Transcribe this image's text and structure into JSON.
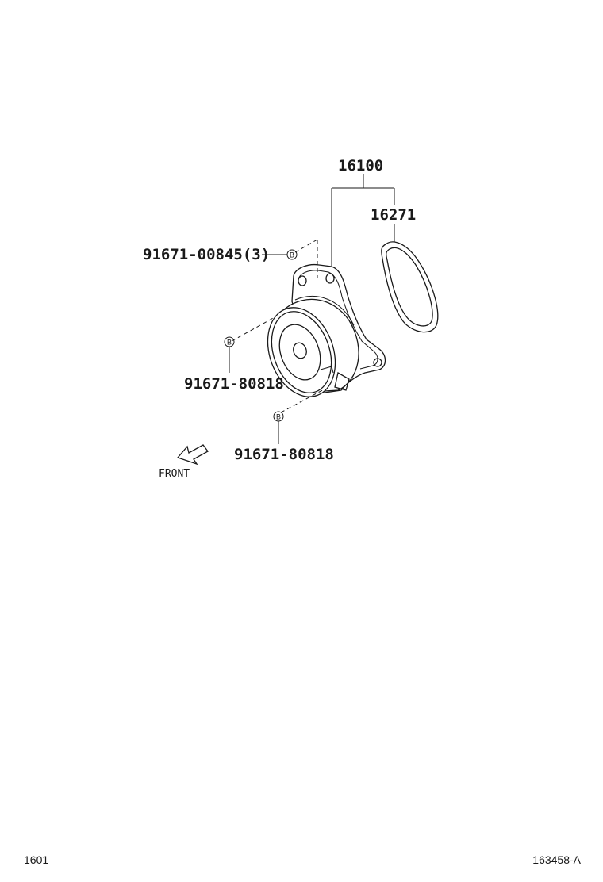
{
  "parts": {
    "water_pump": "16100",
    "gasket": "16271",
    "bolt_flange": "91671-00845(3)",
    "bolt_left": "91671-80818",
    "bolt_bottom": "91671-80818"
  },
  "markers": {
    "bolt_flange": "B",
    "bolt_left": "B",
    "bolt_bottom": "B"
  },
  "direction": {
    "label": "FRONT"
  },
  "footer": {
    "page_code": "1601",
    "figure_code": "163458-A"
  },
  "icons": {
    "front_arrow": "arrow-icon"
  }
}
